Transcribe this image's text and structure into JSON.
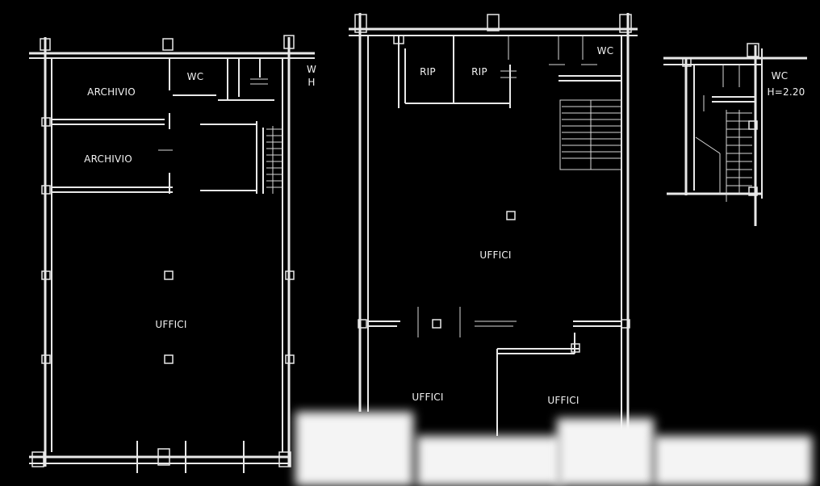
{
  "floorplan": {
    "left": {
      "archivio_1": "ARCHIVIO",
      "archivio_2": "ARCHIVIO",
      "wc": "WC",
      "wc_partial": "W",
      "h_partial": "H",
      "uffici": "UFFICI"
    },
    "middle": {
      "rip_1": "RIP",
      "rip_2": "RIP",
      "wc": "WC",
      "uffici_main": "UFFICI",
      "uffici_bottom_left": "UFFICI",
      "uffici_bottom_right": "UFFICI"
    },
    "right": {
      "wc": "WC",
      "height": "H=2.20"
    }
  },
  "colors": {
    "background": "#000000",
    "lines": "#e8e8e8",
    "bottom_blur": "#f4f4f4"
  }
}
